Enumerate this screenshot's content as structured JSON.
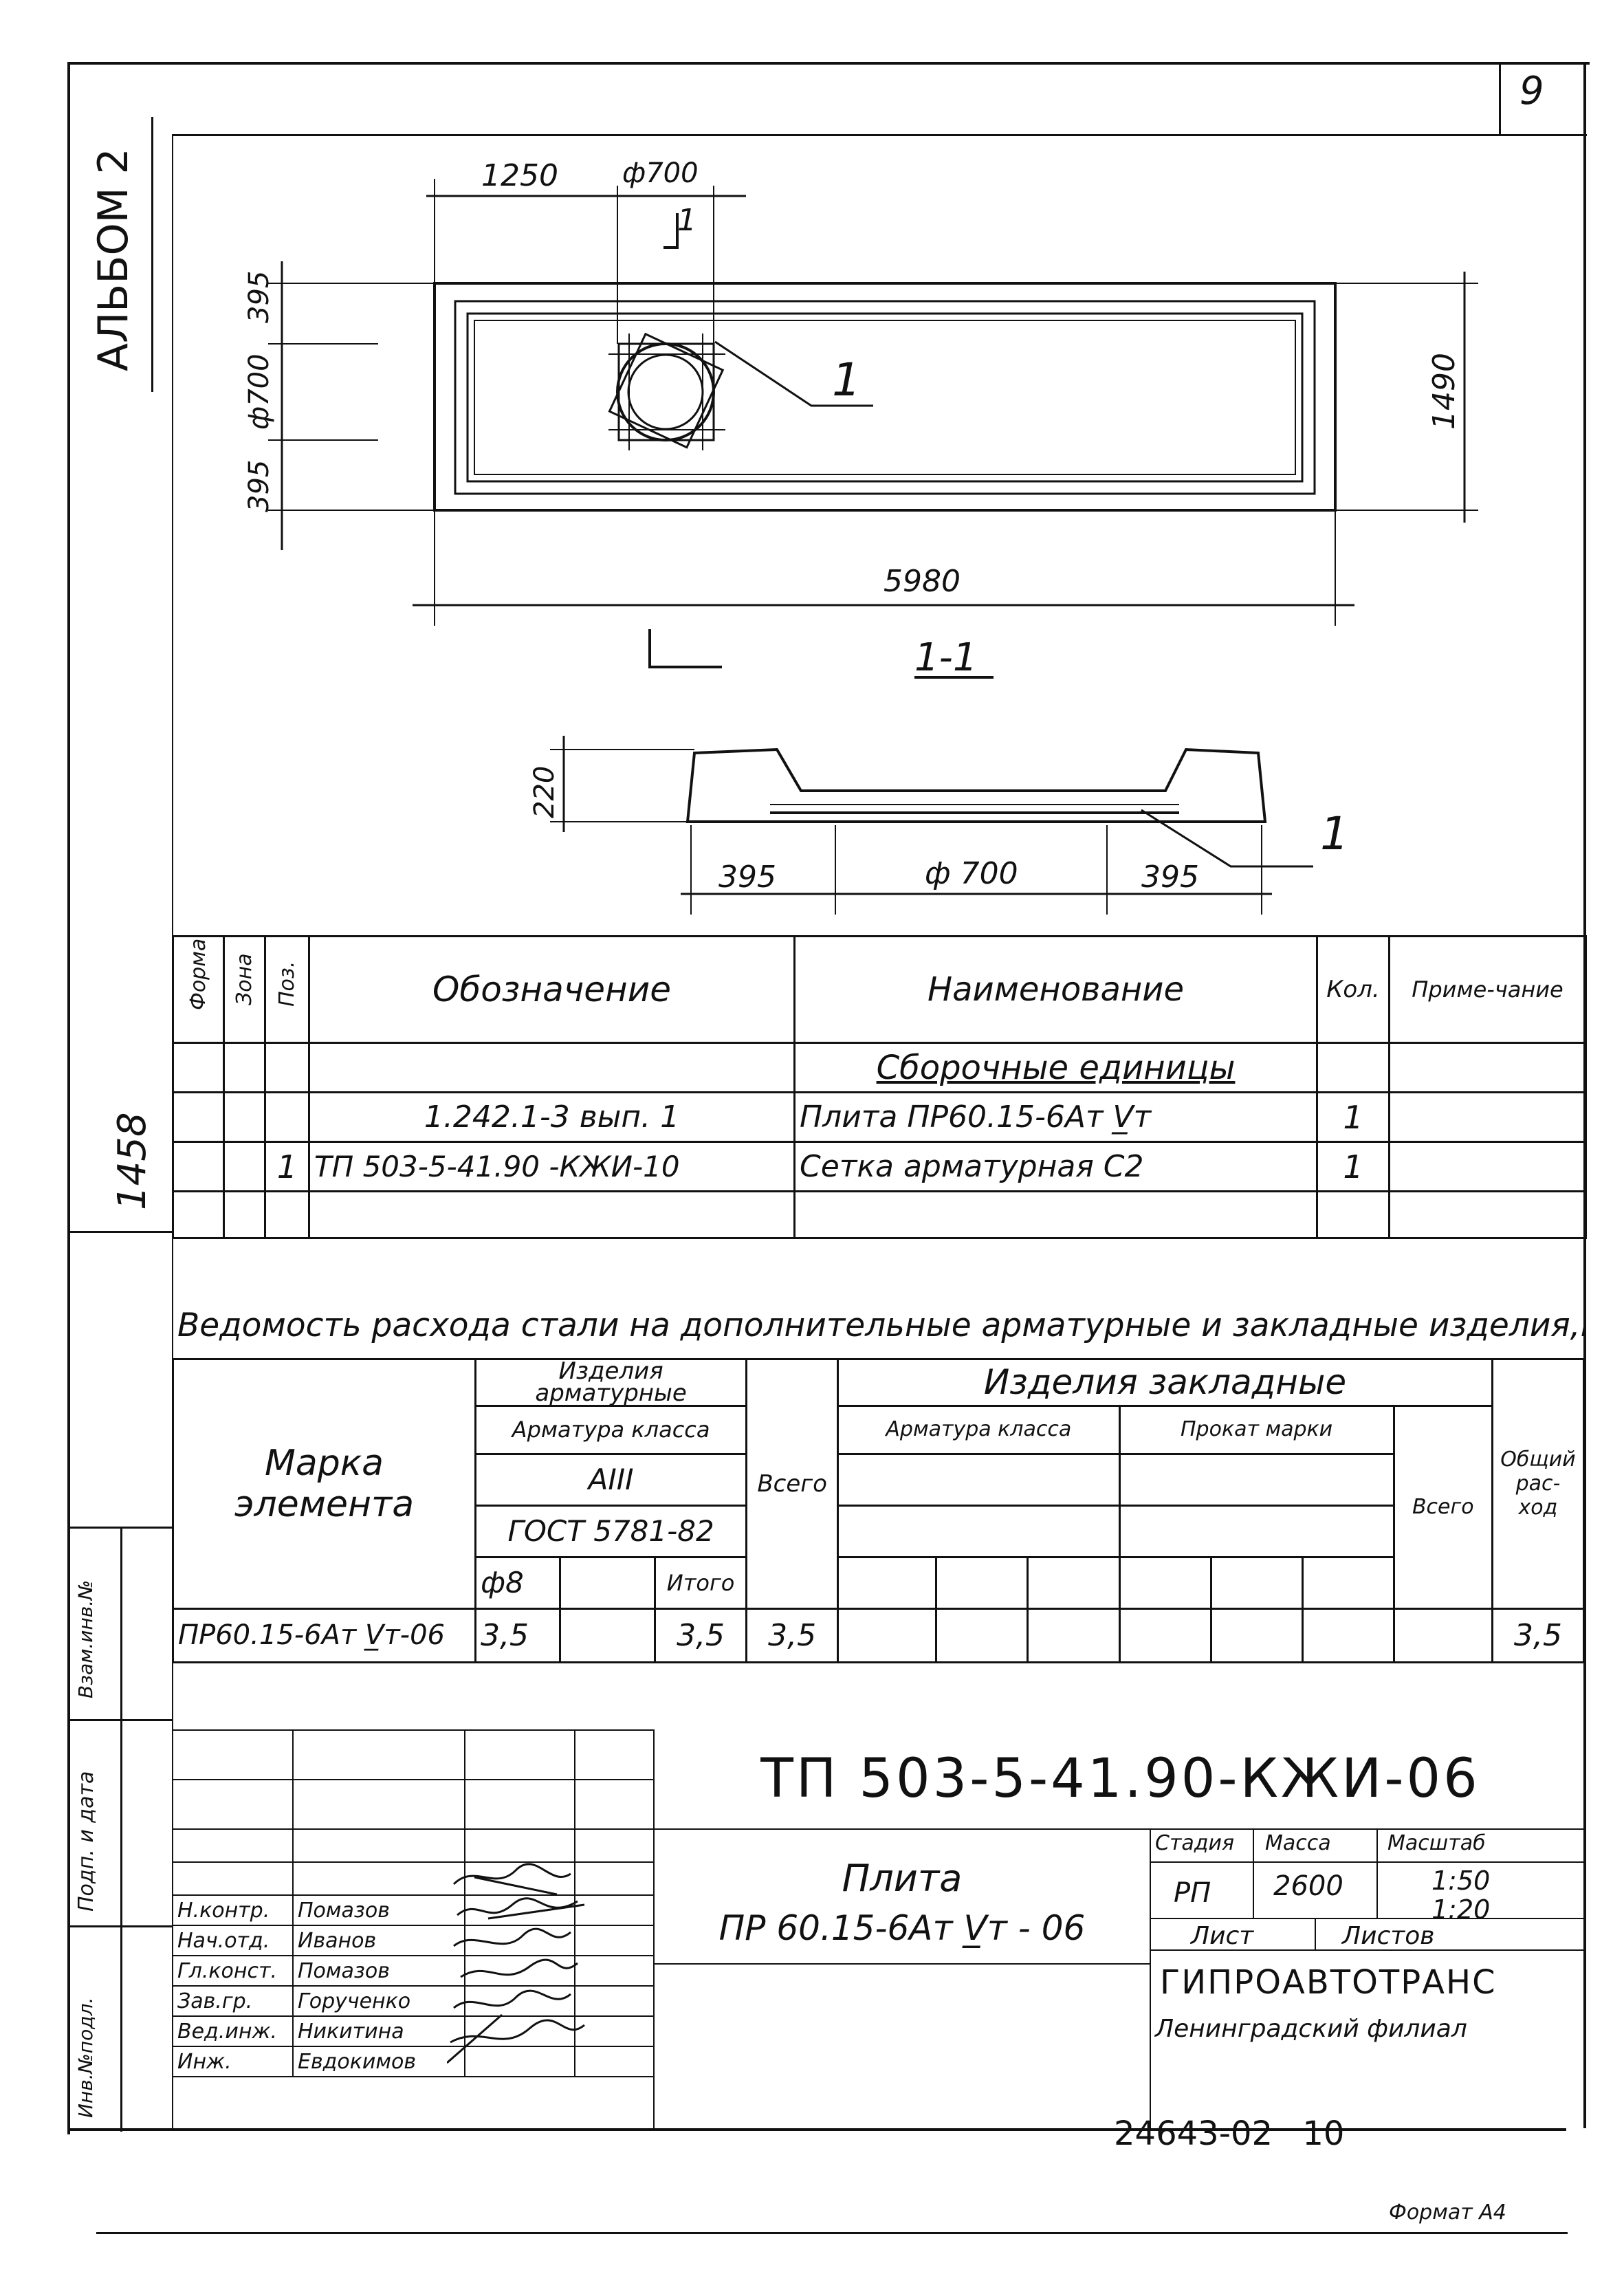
{
  "page": {
    "sheet_number": "9",
    "album": "АЛЬБОМ 2",
    "inventory_code": "1458",
    "format_note": "Формат А4",
    "archive_number": "24643-02",
    "archive_page": "10"
  },
  "side_labels": {
    "vzam": "Взам.инв.№",
    "podpis": "Подп. и дата",
    "inv_podl": "Инв.№подл."
  },
  "drawing": {
    "dims": {
      "d1250": "1250",
      "phi700": "ф700",
      "d395": "395",
      "d1490": "1490",
      "d5980": "5980",
      "d220": "220"
    },
    "callout": "1",
    "section_mark": "1",
    "section_title": "1-1",
    "section_dims": {
      "d395": "395",
      "phi700": "ф 700"
    }
  },
  "spec": {
    "headers": {
      "format": "Формат",
      "zone": "Зона",
      "pos": "Поз.",
      "oboz": "Обозначение",
      "naim": "Наименование",
      "kol": "Кол.",
      "prim": "Приме-чание"
    },
    "section": "Сборочные единицы",
    "rows": [
      {
        "pos": "",
        "oboz": "1.242.1-3   вып. 1",
        "naim": "Плита  ПР60.15-6Ат V̲т",
        "kol": "1"
      },
      {
        "pos": "1",
        "oboz": "ТП 503-5-41.90 -КЖИ-10",
        "naim": "Сетка арматурная  С2",
        "kol": "1"
      }
    ]
  },
  "steel": {
    "title": "Ведомость расхода стали на дополнительные арматурные и закладные изделия,кг",
    "marka": "Марка элемента",
    "izd_arm": "Изделия арматурные",
    "arm_class": "Арматура класса",
    "grade": "АIII",
    "gost": "ГОСТ 5781-82",
    "phi8": "ф8",
    "itogo": "Итого",
    "vsego": "Всего",
    "izd_zakl": "Изделия  закладные",
    "zakl_arm": "Арматура класса",
    "prokat": "Прокат марки",
    "vsego2": "Всего",
    "obshchiy": "Общий рас-ход",
    "row": {
      "marka": "ПР60.15-6Ат V̲т-06",
      "phi8": "3,5",
      "itogo": "3,5",
      "vsego": "3,5",
      "total": "3,5"
    }
  },
  "stamp": {
    "code": "ТП 503-5-41.90-КЖИ-06",
    "title1": "Плита",
    "title2": "ПР 60.15-6Ат V̲т - 06",
    "stadiya": "Стадия",
    "massa": "Масса",
    "masshtab": "Масштаб",
    "stadiya_val": "РП",
    "massa_val": "2600",
    "scale1": "1:50",
    "scale2": "1:20",
    "list": "Лист",
    "listov": "Листов",
    "org": "ГИПРОАВТОТРАНС",
    "branch": "Ленинградский филиал",
    "people": [
      {
        "role": "Н.контр.",
        "name": "Помазов"
      },
      {
        "role": "Нач.отд.",
        "name": "Иванов"
      },
      {
        "role": "Гл.конст.",
        "name": "Помазов"
      },
      {
        "role": "Зав.гр.",
        "name": "Горученко"
      },
      {
        "role": "Вед.инж.",
        "name": "Никитина"
      },
      {
        "role": "Инж.",
        "name": "Евдокимов"
      }
    ]
  }
}
